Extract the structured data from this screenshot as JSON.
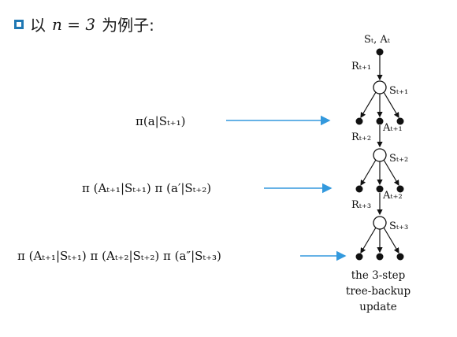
{
  "heading": {
    "prefix": "以",
    "math": "n = 3",
    "suffix": "为例子:"
  },
  "formulas": [
    "π(a|Sₜ₊₁)",
    "π (Aₜ₊₁|Sₜ₊₁) π (a′|Sₜ₊₂)",
    "π (Aₜ₊₁|Sₜ₊₁) π (Aₜ₊₂|Sₜ₊₂) π (a″|Sₜ₊₃)"
  ],
  "tree": {
    "top_label": "Sₜ, Aₜ",
    "rewards": [
      "Rₜ₊₁",
      "Rₜ₊₂",
      "Rₜ₊₃"
    ],
    "states": [
      "Sₜ₊₁",
      "Sₜ₊₂",
      "Sₜ₊₃"
    ],
    "actions": [
      "Aₜ₊₁",
      "Aₜ₊₂"
    ]
  },
  "caption": [
    "the 3-step",
    "tree-backup",
    "update"
  ],
  "colors": {
    "accent": "#1f78b4",
    "arrow": "#3399dd",
    "ink": "#111111"
  }
}
